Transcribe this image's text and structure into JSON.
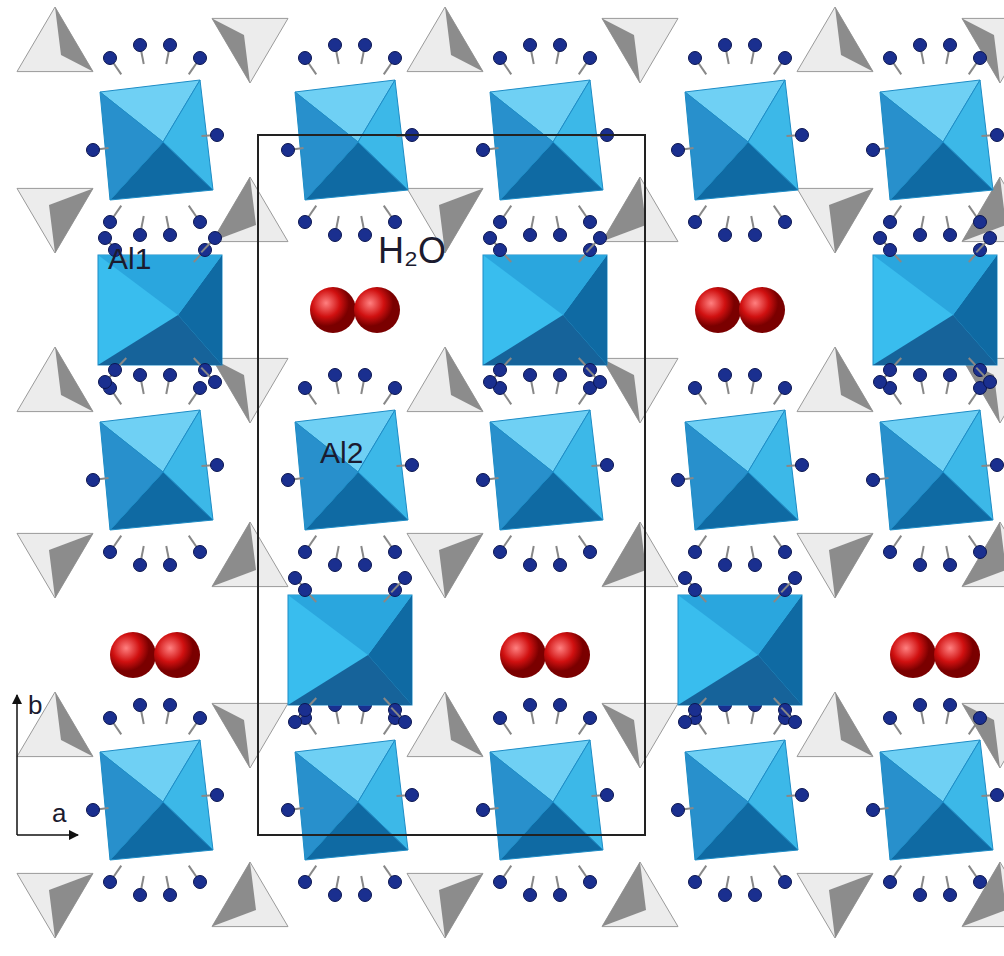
{
  "diagram": {
    "labels": [
      "Al1",
      "H₂O",
      "Al2",
      "b",
      "a"
    ]
  }
}
